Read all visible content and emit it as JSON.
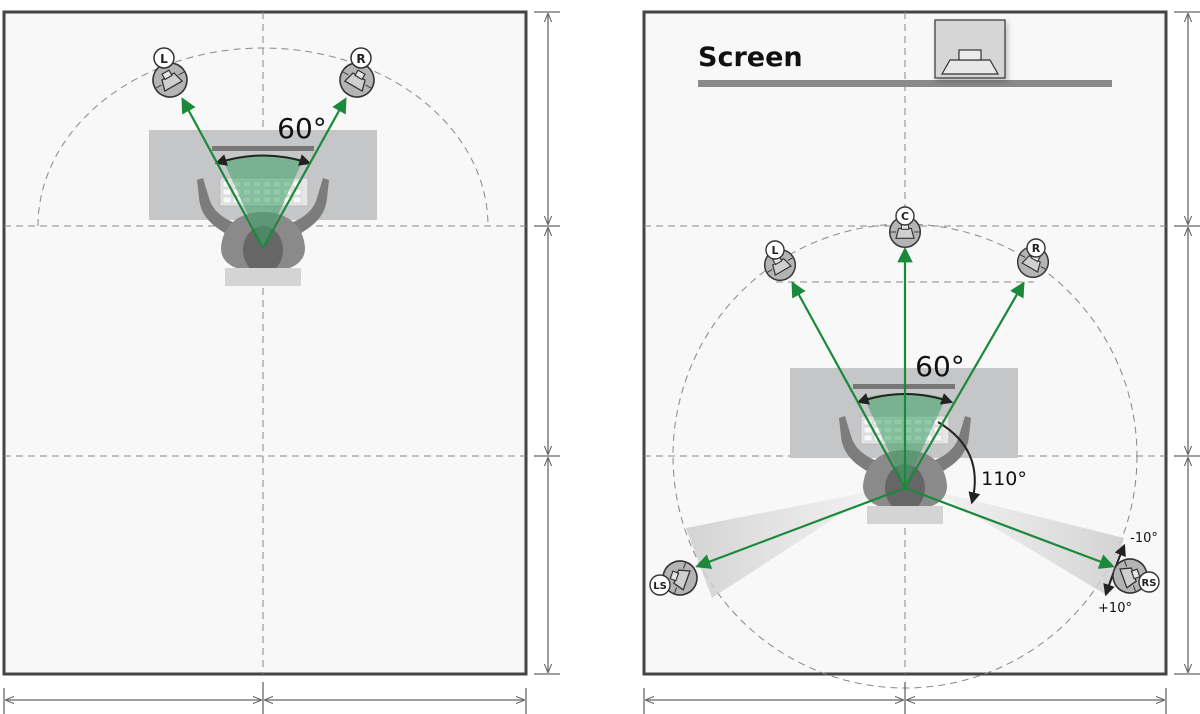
{
  "stereo": {
    "speaker_left": "L",
    "speaker_right": "R",
    "angle": "60°"
  },
  "surround": {
    "screen_label": "Screen",
    "speaker_center": "C",
    "speaker_left": "L",
    "speaker_right": "R",
    "speaker_left_surround": "LS",
    "speaker_right_surround": "RS",
    "angle_front": "60°",
    "angle_surround": "110°",
    "tolerance_minus": "-10°",
    "tolerance_plus": "+10°"
  },
  "colors": {
    "room_fill": "#f8f8f8",
    "room_border": "#444444",
    "arrow": "#1a8a3a",
    "sweet_spot": "#3aa364",
    "desk": "#c4c6c8",
    "person": "#777777",
    "guide_line": "#888888"
  }
}
